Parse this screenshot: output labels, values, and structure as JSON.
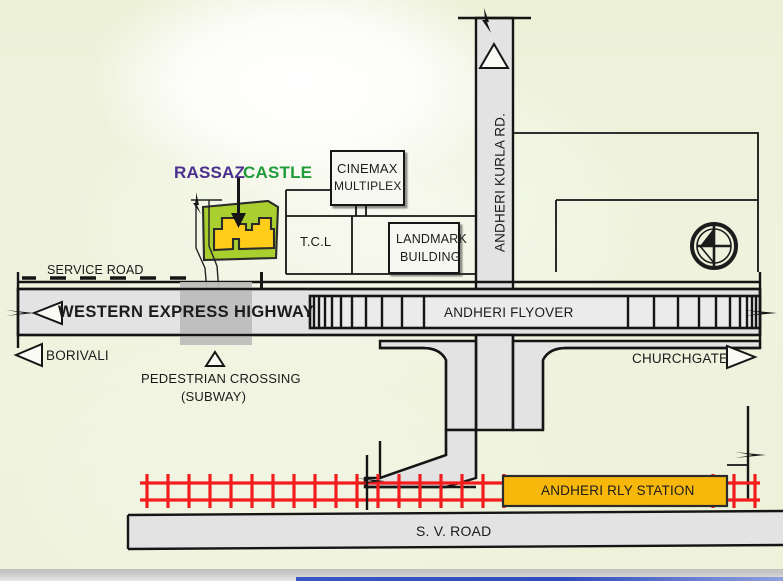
{
  "map": {
    "title_parts": {
      "primary": "RASSAZ",
      "secondary": "CASTLE",
      "primary_color": "#4b2f8f",
      "secondary_color": "#1f9c3a"
    },
    "background_color": "#eef2da",
    "road_fill_color": "#e3e3e3",
    "plot_color": "#a9cf2f",
    "building_color": "#ffcc1a",
    "station_color": "#f7b80b",
    "railway_color": "#f41d1d",
    "labels": {
      "service_road": "SERVICE ROAD",
      "western_express_highway": "WESTERN EXPRESS HIGHWAY",
      "borivali": "BORIVALI",
      "pedestrian_crossing_line1": "PEDESTRIAN CROSSING",
      "pedestrian_crossing_line2": "(SUBWAY)",
      "andheri_flyover": "ANDHERI FLYOVER",
      "churchgate": "CHURCHGATE",
      "andheri_kurla_rd": "ANDHERI KURLA RD.",
      "cinemax_line1": "CINEMAX",
      "cinemax_line2": "MULTIPLEX",
      "tcl": "T.C.L",
      "landmark_line1": "LANDMARK",
      "landmark_line2": "BUILDING",
      "andheri_rly_station": "ANDHERI RLY STATION",
      "sv_road": "S. V. ROAD"
    },
    "icons": {
      "compass": "compass-rose-icon",
      "north_arrow": "north-arrow-triangle-icon",
      "site_pointer": "site-location-arrow-icon",
      "borivali_arrow": "direction-arrow-left-icon",
      "churchgate_arrow": "direction-arrow-right-icon",
      "highway_arrow": "direction-arrow-left-icon",
      "subway_marker": "pedestrian-subway-triangle-icon",
      "railway_track": "railway-track-icon"
    }
  }
}
